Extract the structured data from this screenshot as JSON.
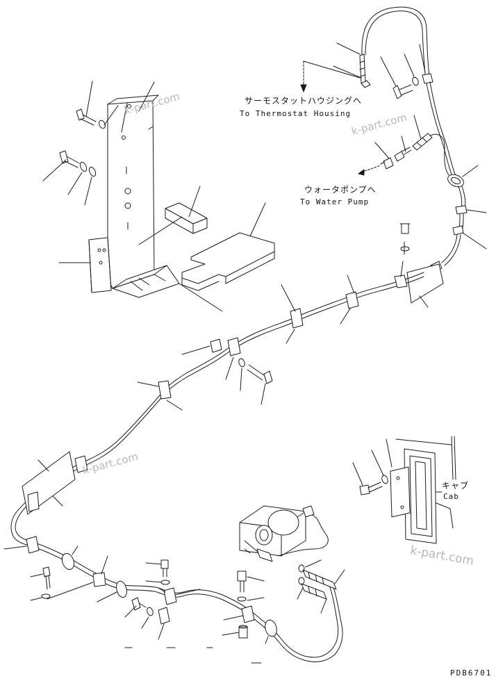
{
  "labels": {
    "thermostat_jp": "サーモスタットハウジングへ",
    "thermostat_en": "To Thermostat Housing",
    "water_pump_jp": "ウォータポンプへ",
    "water_pump_en": "To Water Pump",
    "cab_jp": "キャブ",
    "cab_en": "Cab"
  },
  "watermarks": [
    "k-part.com",
    "k-part.com",
    "k-part.com",
    "k-part.com"
  ],
  "drawing_code": "PDB6701",
  "colors": {
    "line": "#1a1a1a",
    "watermark": "#b8b8b8",
    "background": "#ffffff"
  }
}
